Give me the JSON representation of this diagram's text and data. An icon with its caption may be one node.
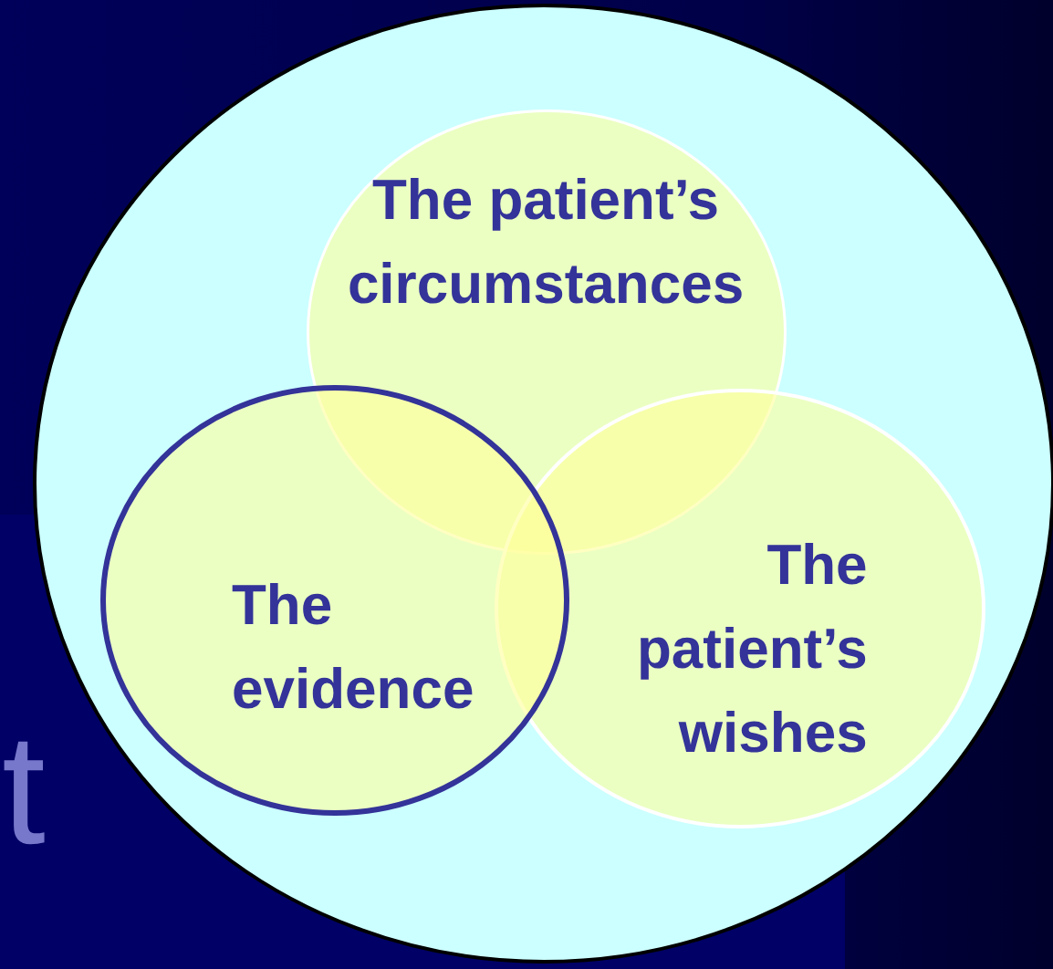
{
  "diagram": {
    "nodes": [
      {
        "text": [],
        "shape": "circle"
      },
      {
        "text": [
          "The patient’s circumstances"
        ],
        "in": 0
      },
      {
        "text": [
          "The evidence"
        ],
        "in": 0
      },
      {
        "text": [
          "The patient’s wishes"
        ],
        "in": 0
      }
    ],
    "labels": [
      "t"
    ]
  }
}
